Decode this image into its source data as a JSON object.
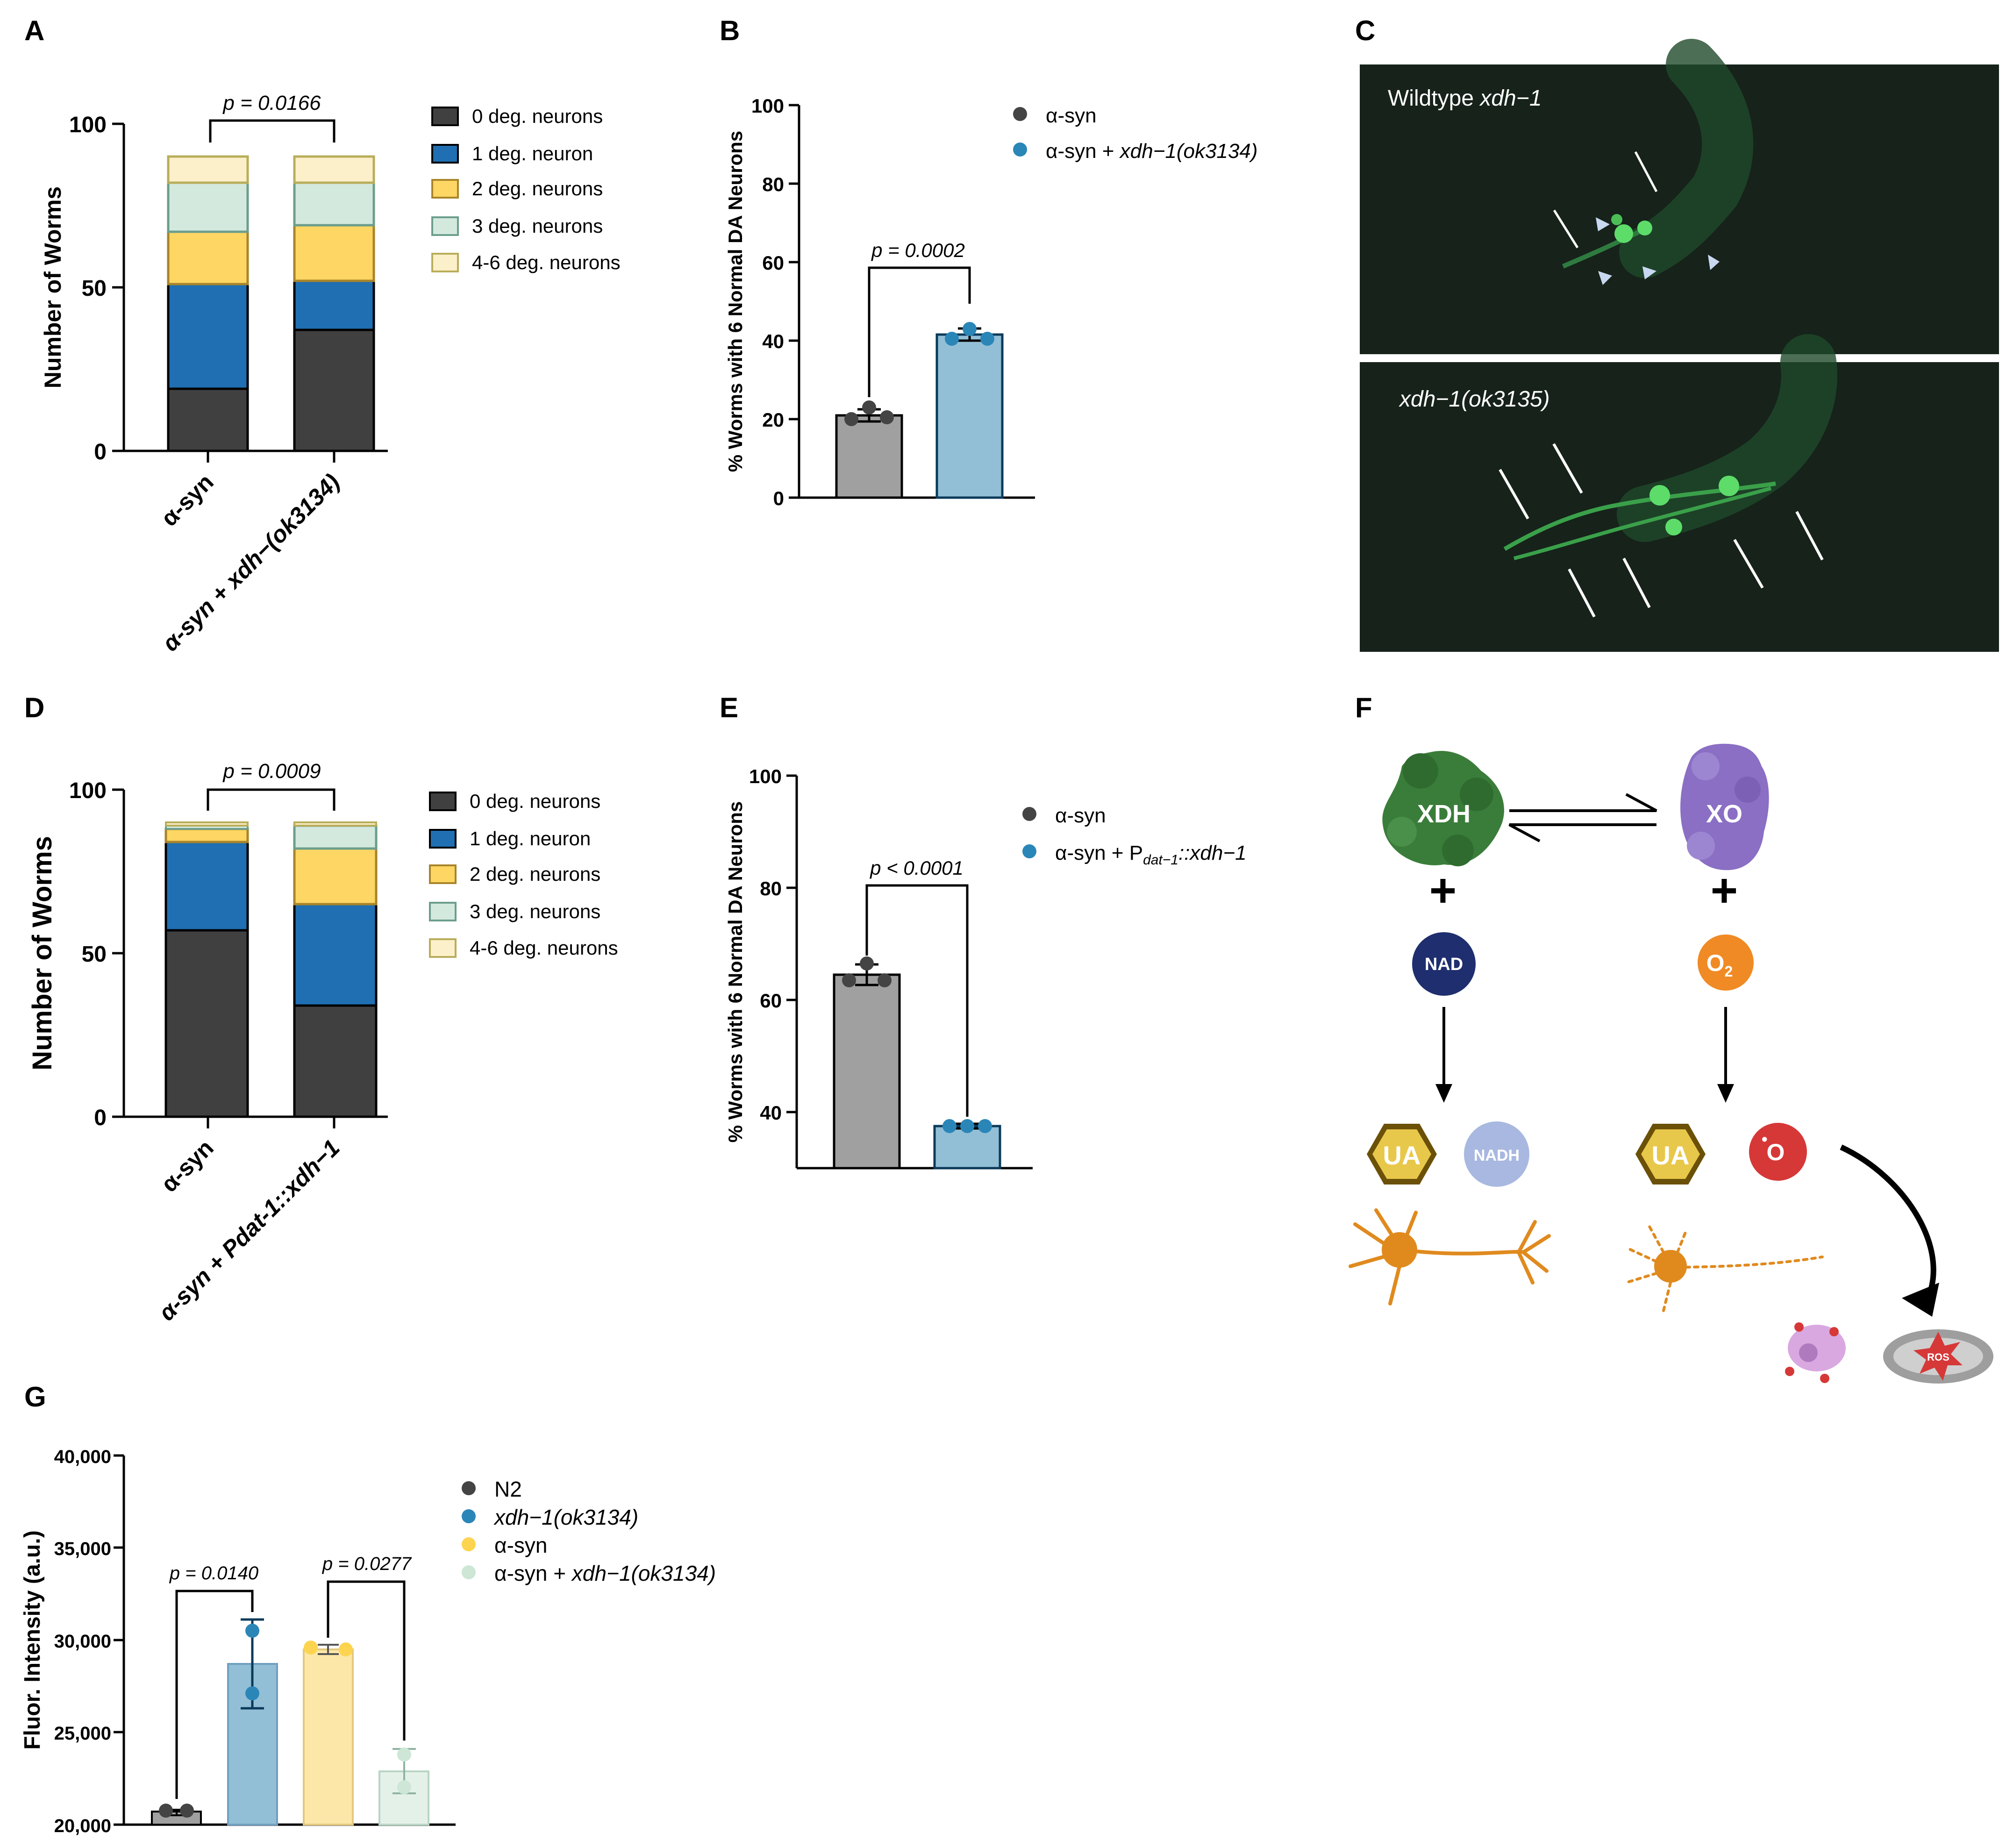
{
  "panels": {
    "A": "A",
    "B": "B",
    "C": "C",
    "D": "D",
    "E": "E",
    "F": "F",
    "G": "G"
  },
  "colors": {
    "c0": "#404040",
    "c1": "#1f6fb2",
    "c2": "#fdd663",
    "c3": "#d4e9de",
    "c4": "#fbf0c9",
    "c2_stroke": "#a8842a",
    "c3_stroke": "#6b9e8c",
    "c4_stroke": "#b9ad5a",
    "grey_bar": "#a0a0a0",
    "grey_dot": "#444444",
    "blue_bar": "#93bfd6",
    "blue_dot": "#2b86b8",
    "yellow_bar": "#fde7a8",
    "yellow_dot": "#fdd450",
    "mint_bar": "#e4f1e9",
    "mint_dot": "#cde6d6",
    "microscopy_bg": "#16221a",
    "xdh_green": "#3a7d3a",
    "xo_purple": "#8a6fc4",
    "nad_navy": "#1e2e6e",
    "o2_orange": "#f08a24",
    "nadh_lavender": "#a8b8e0",
    "superoxide_red": "#d63838",
    "ua_gold": "#e8c84a",
    "neuron_orange": "#e08a1e"
  },
  "chart_data": [
    {
      "panel": "A",
      "type": "bar",
      "stacked": true,
      "categories": [
        "α-syn",
        "α-syn + xdh−(ok3134)"
      ],
      "series": [
        {
          "name": "0 deg. neurons",
          "values": [
            19,
            37
          ]
        },
        {
          "name": "1 deg. neuron",
          "values": [
            32,
            15
          ]
        },
        {
          "name": "2 deg. neurons",
          "values": [
            16,
            17
          ]
        },
        {
          "name": "3 deg. neurons",
          "values": [
            15,
            13
          ]
        },
        {
          "name": "4-6 deg. neurons",
          "values": [
            8,
            8
          ]
        }
      ],
      "ylabel": "Number of Worms",
      "ylim": [
        0,
        100
      ],
      "yticks": [
        "0",
        "50",
        "100"
      ],
      "pvalue": "p = 0.0166",
      "legend": "right"
    },
    {
      "panel": "B",
      "type": "bar",
      "categories": [
        "α-syn",
        "α-syn + xdh−1(ok3134)"
      ],
      "values": [
        21,
        41.5
      ],
      "errors": [
        1.5,
        1.5
      ],
      "points": [
        [
          20,
          23,
          20.5
        ],
        [
          40.5,
          43,
          40.5
        ]
      ],
      "legend_entries": [
        "α-syn",
        "α-syn + ",
        "xdh−1(ok3134)"
      ],
      "ylabel": "% Worms with 6 Normal DA Neurons",
      "ylim": [
        0,
        100
      ],
      "yticks": [
        "0",
        "20",
        "40",
        "60",
        "80",
        "100"
      ],
      "pvalue": "p = 0.0002",
      "legend": "top-right"
    },
    {
      "panel": "D",
      "type": "bar",
      "stacked": true,
      "categories": [
        "α-syn",
        "α-syn + Pdat-1::xdh−1"
      ],
      "series": [
        {
          "name": "0 deg. neurons",
          "values": [
            57,
            34
          ]
        },
        {
          "name": "1 deg. neuron",
          "values": [
            27,
            31
          ]
        },
        {
          "name": "2 deg. neurons",
          "values": [
            4,
            17
          ]
        },
        {
          "name": "3 deg. neurons",
          "values": [
            1,
            7
          ]
        },
        {
          "name": "4-6 deg. neurons",
          "values": [
            1,
            1
          ]
        }
      ],
      "ylabel": "Number of Worms",
      "ylim": [
        0,
        100
      ],
      "yticks": [
        "0",
        "50",
        "100"
      ],
      "pvalue": "p = 0.0009",
      "legend": "right"
    },
    {
      "panel": "E",
      "type": "bar",
      "categories": [
        "α-syn",
        "α-syn + Pdat−1::xdh−1"
      ],
      "values": [
        64.5,
        37.5
      ],
      "errors": [
        1.8,
        0.4
      ],
      "points": [
        [
          63.5,
          66.5,
          63.5
        ],
        [
          37.5,
          37.5,
          37.5
        ]
      ],
      "legend_entries": [
        "α-syn",
        "α-syn + P",
        "dat−1",
        "::xdh−1"
      ],
      "ylabel": "% Worms with 6 Normal DA Neurons",
      "ylim": [
        30,
        100
      ],
      "yticks": [
        "40",
        "60",
        "80",
        "100"
      ],
      "pvalue": "p < 0.0001",
      "legend": "top-right"
    },
    {
      "panel": "G",
      "type": "bar",
      "categories": [
        "N2",
        "xdh−1(ok3134)",
        "α-syn",
        "α-syn + xdh−1(ok3134)"
      ],
      "values": [
        20700,
        28700,
        29500,
        22900
      ],
      "errors": [
        150,
        2400,
        250,
        1200
      ],
      "points": [
        [
          20750,
          20750
        ],
        [
          30400,
          27000
        ],
        [
          29600,
          29500
        ],
        [
          23800,
          22000
        ]
      ],
      "legend_entries": [
        "N2",
        "xdh−1(ok3134)",
        "α-syn",
        "α-syn + ",
        "xdh−1(ok3134)"
      ],
      "ylabel": "Fluor. Intensity (a.u.)",
      "ylim": [
        20000,
        40000
      ],
      "yticks": [
        "20,000",
        "25,000",
        "30,000",
        "35,000",
        "40,000"
      ],
      "pvalues": [
        "p = 0.0140",
        "p = 0.0277"
      ],
      "legend": "top-right"
    }
  ],
  "microscopy": {
    "top_label": "Wildtype ",
    "top_label_italic": "xdh−1",
    "bottom_label": "xdh−1(ok3135)"
  },
  "diagram": {
    "xdh": "XDH",
    "xo": "XO",
    "plus": "+",
    "nad": "NAD",
    "o2": "O",
    "o2_sub": "2",
    "ua": "UA",
    "nadh": "NADH",
    "superoxide": "O",
    "ros": "ROS"
  }
}
